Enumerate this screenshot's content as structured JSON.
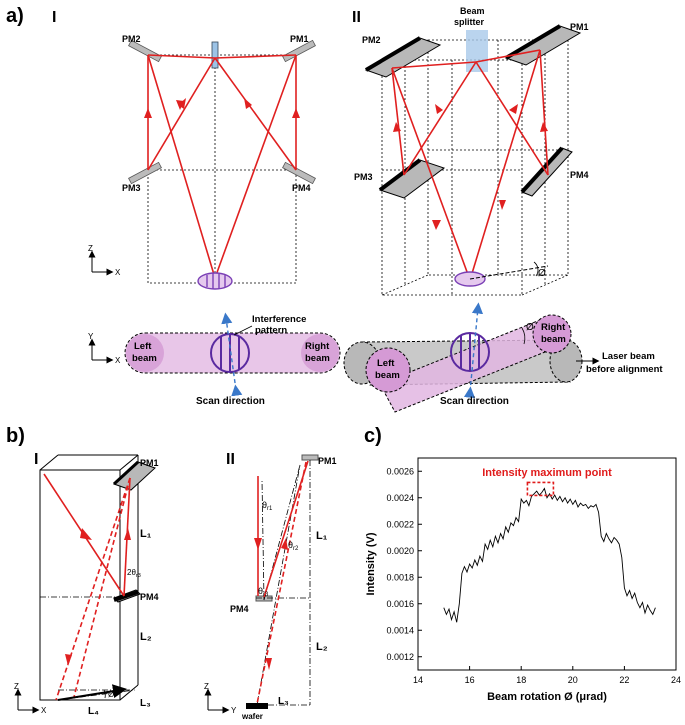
{
  "panel_a": {
    "label": "a)",
    "sub1": "I",
    "sub2": "II",
    "pm1": "PM1",
    "pm2": "PM2",
    "pm3": "PM3",
    "pm4": "PM4",
    "beam_splitter_1": "Beam",
    "beam_splitter_2": "splitter",
    "axis_z": "Z",
    "axis_x": "X",
    "axis_y": "Y",
    "interference_1": "Interference",
    "interference_2": "pattern",
    "left_beam_1": "Left",
    "left_beam_2": "beam",
    "right_beam_1": "Right",
    "right_beam_2": "beam",
    "scan_direction": "Scan direction",
    "laser_1": "Laser beam",
    "laser_2": "before alignment",
    "phi": "Ø"
  },
  "panel_b": {
    "label": "b)",
    "sub1": "I",
    "sub2": "II",
    "pm1": "PM1",
    "pm4": "PM4",
    "l1": "L₁",
    "l2": "L₂",
    "l3": "L₃",
    "l4": "L₄",
    "two_theta": "2θ",
    "two_theta_sub": "r3",
    "theta": "θ",
    "theta_r1": "r1",
    "theta_r2": "r2",
    "theta_r3": "r3",
    "axis_z": "Z",
    "axis_x": "X",
    "axis_y": "Y",
    "wafer": "wafer",
    "phi": "Ø"
  },
  "chart_data": {
    "panel_label": "c)",
    "type": "line",
    "title": "",
    "annotation": "Intensity maximum point",
    "xlabel": "Beam rotation Ø (μrad)",
    "ylabel": "Intensity (V)",
    "xlim": [
      14,
      24
    ],
    "ylim": [
      0.0011,
      0.0027
    ],
    "xticks": [
      "14",
      "16",
      "18",
      "20",
      "22",
      "24"
    ],
    "yticks": [
      "0.0012",
      "0.0014",
      "0.0016",
      "0.0018",
      "0.0020",
      "0.0022",
      "0.0024",
      "0.0026"
    ],
    "line_color": "#000000",
    "annotation_color": "#e01b1b",
    "grid": false,
    "x": [
      15.0,
      15.1,
      15.2,
      15.3,
      15.4,
      15.5,
      15.6,
      15.7,
      15.8,
      15.9,
      16.0,
      16.1,
      16.2,
      16.3,
      16.4,
      16.5,
      16.6,
      16.7,
      16.8,
      16.9,
      17.0,
      17.1,
      17.2,
      17.3,
      17.4,
      17.5,
      17.6,
      17.7,
      17.8,
      17.9,
      18.0,
      18.1,
      18.2,
      18.3,
      18.4,
      18.5,
      18.6,
      18.7,
      18.8,
      18.9,
      19.0,
      19.1,
      19.2,
      19.3,
      19.4,
      19.5,
      19.6,
      19.7,
      19.8,
      19.9,
      20.0,
      20.1,
      20.2,
      20.3,
      20.4,
      20.5,
      20.6,
      20.7,
      20.8,
      20.9,
      21.0,
      21.1,
      21.2,
      21.3,
      21.4,
      21.5,
      21.6,
      21.7,
      21.8,
      21.9,
      22.0,
      22.1,
      22.2,
      22.3,
      22.4,
      22.5,
      22.6,
      22.7,
      22.8,
      22.9,
      23.0,
      23.1,
      23.2
    ],
    "y": [
      0.00157,
      0.00152,
      0.00156,
      0.00148,
      0.00154,
      0.00146,
      0.0016,
      0.00183,
      0.00188,
      0.00184,
      0.0019,
      0.00187,
      0.00193,
      0.00189,
      0.00196,
      0.00192,
      0.00205,
      0.00201,
      0.00208,
      0.00203,
      0.00211,
      0.00206,
      0.00213,
      0.00209,
      0.00218,
      0.00214,
      0.00221,
      0.00219,
      0.00225,
      0.00222,
      0.00239,
      0.00236,
      0.00238,
      0.00234,
      0.00241,
      0.00243,
      0.00245,
      0.00242,
      0.00244,
      0.00247,
      0.0024,
      0.00243,
      0.00239,
      0.00242,
      0.00238,
      0.00241,
      0.00237,
      0.0024,
      0.00236,
      0.00239,
      0.00235,
      0.00238,
      0.00233,
      0.00236,
      0.00234,
      0.00235,
      0.00232,
      0.00234,
      0.00233,
      0.00235,
      0.00229,
      0.00211,
      0.00207,
      0.00213,
      0.00209,
      0.00206,
      0.0021,
      0.00208,
      0.00205,
      0.00195,
      0.00172,
      0.00166,
      0.0017,
      0.00164,
      0.00168,
      0.00161,
      0.00157,
      0.00161,
      0.00153,
      0.00159,
      0.00155,
      0.00152,
      0.00157
    ]
  }
}
